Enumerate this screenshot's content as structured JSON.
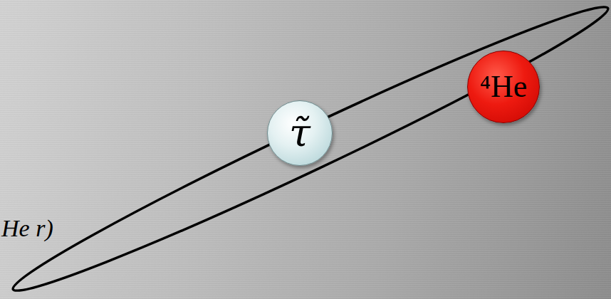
{
  "diagram": {
    "nodes": [
      {
        "text": [
          "τ̃"
        ]
      },
      {
        "text": [
          "⁴He"
        ]
      }
    ],
    "labels": [
      "He r)"
    ]
  }
}
